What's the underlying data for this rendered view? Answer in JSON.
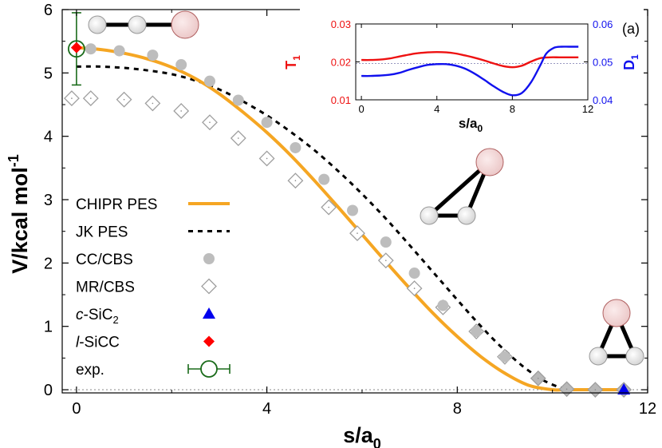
{
  "chart_data": {
    "type": "line",
    "xlabel": "s/a",
    "xlabel_sub": "0",
    "ylabel": "V/kcal mol",
    "ylabel_sup": "-1",
    "xlim": [
      -0.3,
      12
    ],
    "ylim": [
      -0.05,
      6
    ],
    "xticks": [
      "0",
      "4",
      "8",
      "12"
    ],
    "xtick_values": [
      0,
      4,
      8,
      12
    ],
    "yticks": [
      "0",
      "1",
      "2",
      "3",
      "4",
      "5",
      "6"
    ],
    "ytick_values": [
      0,
      1,
      2,
      3,
      4,
      5,
      6
    ],
    "legend": [
      {
        "label": "CHIPR PES",
        "marker": "line",
        "color": "#f5a623"
      },
      {
        "label": "JK PES",
        "marker": "dashed",
        "color": "#000000"
      },
      {
        "label": "CC/CBS",
        "marker": "circle",
        "color": "#bdbdbd"
      },
      {
        "label": "MR/CBS",
        "marker": "diamond-open",
        "color": "#9e9e9e"
      },
      {
        "label": "c-SiC",
        "label_prefix": "c",
        "label_rest": "-SiC",
        "label_sub": "2",
        "marker": "triangle",
        "color": "#0000ee"
      },
      {
        "label": "l-SiCC",
        "label_prefix": "l",
        "label_rest": "-SiCC",
        "marker": "diamond",
        "color": "#ff0000"
      },
      {
        "label": "exp.",
        "marker": "circle-errorbar",
        "color": "#1a6b1a"
      }
    ],
    "series": [
      {
        "name": "CHIPR PES",
        "style": "solid",
        "color": "#f5a623",
        "x": [
          0,
          0.5,
          1,
          1.5,
          2,
          2.5,
          3,
          3.5,
          4,
          4.5,
          5,
          5.5,
          6,
          6.5,
          7,
          7.5,
          8,
          8.5,
          9,
          9.5,
          10,
          10.3,
          11.5
        ],
        "y": [
          5.4,
          5.37,
          5.31,
          5.22,
          5.09,
          4.91,
          4.67,
          4.38,
          4.06,
          3.7,
          3.3,
          2.88,
          2.45,
          2.02,
          1.6,
          1.2,
          0.84,
          0.52,
          0.26,
          0.07,
          0.0,
          0.0,
          0.0
        ]
      },
      {
        "name": "JK PES",
        "style": "dashed",
        "color": "#000000",
        "x": [
          0,
          0.5,
          1,
          1.5,
          2,
          2.5,
          3,
          3.5,
          4,
          4.5,
          5,
          5.5,
          6,
          6.5,
          7,
          7.5,
          8,
          8.5,
          9,
          9.5,
          10,
          10.5,
          11.5
        ],
        "y": [
          5.1,
          5.1,
          5.08,
          5.04,
          4.98,
          4.88,
          4.74,
          4.55,
          4.33,
          4.07,
          3.78,
          3.45,
          3.09,
          2.7,
          2.28,
          1.85,
          1.42,
          1.0,
          0.62,
          0.3,
          0.08,
          0.0,
          0.0
        ]
      },
      {
        "name": "CC/CBS",
        "marker": "circle",
        "color": "#bdbdbd",
        "x": [
          0.3,
          0.9,
          1.6,
          2.2,
          2.8,
          3.4,
          4.0,
          4.6,
          5.2,
          5.8,
          6.5,
          7.1,
          7.7,
          8.4,
          9.0
        ],
        "y": [
          5.38,
          5.35,
          5.28,
          5.13,
          4.87,
          4.57,
          4.22,
          3.82,
          3.32,
          2.83,
          2.33,
          1.84,
          1.33,
          0.92,
          0.52
        ]
      },
      {
        "name": "MR/CBS",
        "marker": "diamond-open",
        "color": "#9e9e9e",
        "x": [
          -0.1,
          0.3,
          1.0,
          1.6,
          2.2,
          2.8,
          3.4,
          4.0,
          4.6,
          5.3,
          5.9,
          6.5,
          7.1,
          7.7,
          8.4,
          9.0,
          9.7,
          10.3,
          10.9,
          11.5
        ],
        "y": [
          4.6,
          4.6,
          4.58,
          4.52,
          4.4,
          4.22,
          3.97,
          3.65,
          3.3,
          2.88,
          2.47,
          2.04,
          1.6,
          1.3,
          0.92,
          0.52,
          0.18,
          0.01,
          0.0,
          0.0
        ]
      },
      {
        "name": "c-SiC2",
        "marker": "triangle",
        "color": "#0000ee",
        "x": [
          11.5
        ],
        "y": [
          0.0
        ]
      },
      {
        "name": "l-SiCC",
        "marker": "diamond",
        "color": "#ff0000",
        "x": [
          0.0
        ],
        "y": [
          5.4
        ]
      },
      {
        "name": "exp.",
        "marker": "circle-errorbar",
        "color": "#1a6b1a",
        "x": [
          0.0
        ],
        "y": [
          5.38
        ],
        "yerr": [
          0.57
        ]
      }
    ],
    "inset": {
      "label": "(a)",
      "xlabel": "s/a",
      "xlabel_sub": "0",
      "ylabel_left": "T",
      "ylabel_left_sub": "1",
      "ylabel_right": "D",
      "ylabel_right_sub": "1",
      "xlim": [
        -0.3,
        12
      ],
      "ylim_left": [
        0.01,
        0.03
      ],
      "ylim_right": [
        0.04,
        0.06
      ],
      "xticks": [
        "0",
        "4",
        "8",
        "12"
      ],
      "xtick_values": [
        0,
        4,
        8,
        12
      ],
      "yticks_left": [
        "0.01",
        "0.02",
        "0.03"
      ],
      "ytick_values_left": [
        0.01,
        0.02,
        0.03
      ],
      "yticks_right": [
        "0.04",
        "0.05",
        "0.06"
      ],
      "ytick_values_right": [
        0.04,
        0.05,
        0.06
      ],
      "reference_line": 0.0196,
      "series": [
        {
          "name": "T1",
          "axis": "left",
          "color": "#ee1111",
          "x": [
            0,
            0.5,
            1,
            1.5,
            2,
            2.5,
            3,
            3.5,
            4,
            4.5,
            5,
            5.5,
            6,
            6.5,
            7,
            7.5,
            8,
            8.5,
            9,
            9.5,
            10,
            10.5,
            11,
            11.5
          ],
          "y": [
            0.0205,
            0.0205,
            0.0206,
            0.0209,
            0.0214,
            0.0219,
            0.0223,
            0.0225,
            0.0226,
            0.0225,
            0.0222,
            0.0217,
            0.0211,
            0.0204,
            0.0196,
            0.0189,
            0.0186,
            0.019,
            0.0201,
            0.021,
            0.0212,
            0.0212,
            0.0212,
            0.0212
          ]
        },
        {
          "name": "D1",
          "axis": "right",
          "color": "#1111ee",
          "x": [
            0,
            0.5,
            1,
            1.5,
            2,
            2.5,
            3,
            3.5,
            4,
            4.5,
            5,
            5.5,
            6,
            6.5,
            7,
            7.5,
            8,
            8.5,
            9,
            9.5,
            9.8,
            10.2,
            10.6,
            11,
            11.5
          ],
          "y": [
            0.0463,
            0.0463,
            0.0464,
            0.0466,
            0.0471,
            0.0479,
            0.0486,
            0.0492,
            0.0494,
            0.0494,
            0.049,
            0.0482,
            0.0469,
            0.0453,
            0.0436,
            0.0421,
            0.0412,
            0.0418,
            0.0447,
            0.0493,
            0.0522,
            0.0537,
            0.054,
            0.054,
            0.054
          ]
        }
      ]
    }
  },
  "panel_label": "(a)"
}
